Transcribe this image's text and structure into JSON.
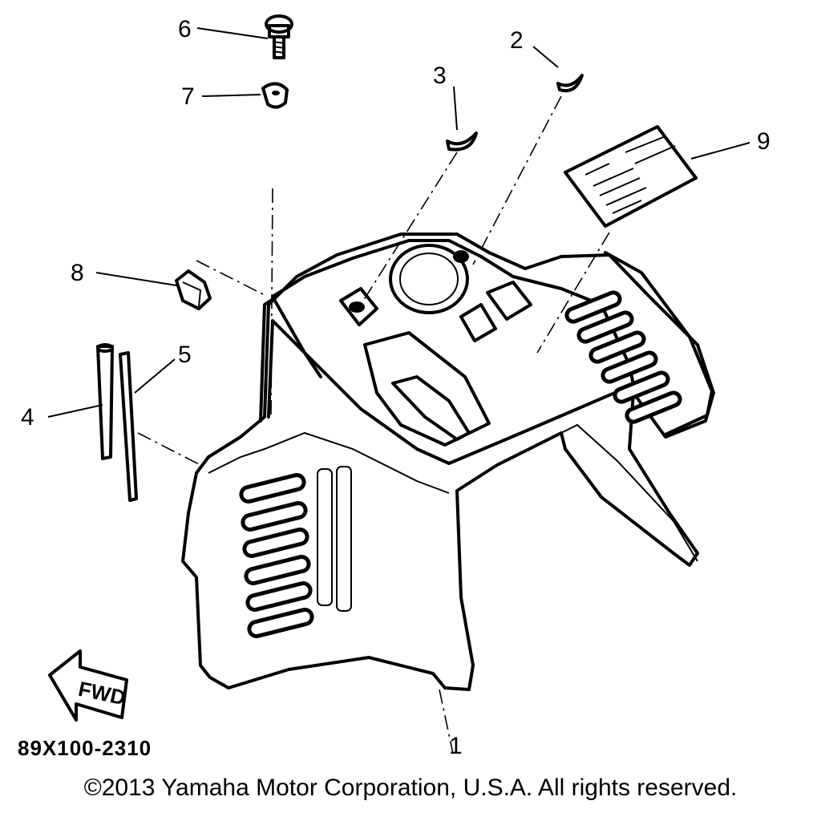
{
  "diagram": {
    "callouts": {
      "c1": "1",
      "c2": "2",
      "c3": "3",
      "c4": "4",
      "c5": "5",
      "c6": "6",
      "c7": "7",
      "c8": "8",
      "c9": "9"
    },
    "fwd_label": "FWD",
    "drawing_code": "89X100-2310"
  },
  "footer": {
    "copyright": "©2013 Yamaha Motor Corporation, U.S.A. All rights reserved."
  }
}
